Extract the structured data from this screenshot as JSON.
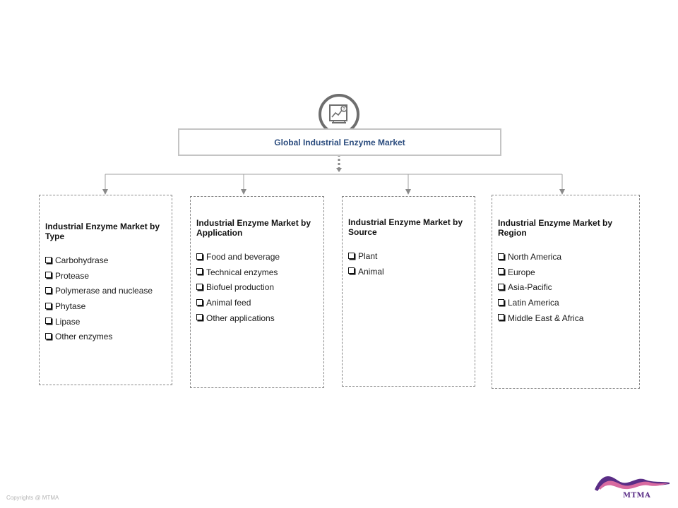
{
  "root": {
    "title": "Global Industrial Enzyme Market",
    "icon": "report-chart-icon"
  },
  "categories": [
    {
      "title": "Industrial Enzyme Market by Type",
      "items": [
        "Carbohydrase",
        "Protease",
        "Polymerase and nuclease",
        "Phytase",
        "Lipase",
        "Other enzymes"
      ]
    },
    {
      "title": "Industrial Enzyme Market by Application",
      "items": [
        "Food and beverage",
        "Technical enzymes",
        "Biofuel production",
        "Animal feed",
        "Other applications"
      ]
    },
    {
      "title": "Industrial Enzyme Market by Source",
      "items": [
        "Plant",
        "Animal"
      ]
    },
    {
      "title": "Industrial Enzyme Market by Region",
      "items": [
        "North America",
        "Europe",
        "Asia-Pacific",
        "Latin America",
        "Middle East & Africa"
      ]
    }
  ],
  "footer": {
    "copyright": "Copyrights @ MTMA",
    "logo_text": "MTMA"
  },
  "colors": {
    "title_blue": "#2b4c7e",
    "logo_purple": "#5a2d86",
    "logo_pink": "#d86aa0",
    "connector": "#9a9a9a"
  }
}
